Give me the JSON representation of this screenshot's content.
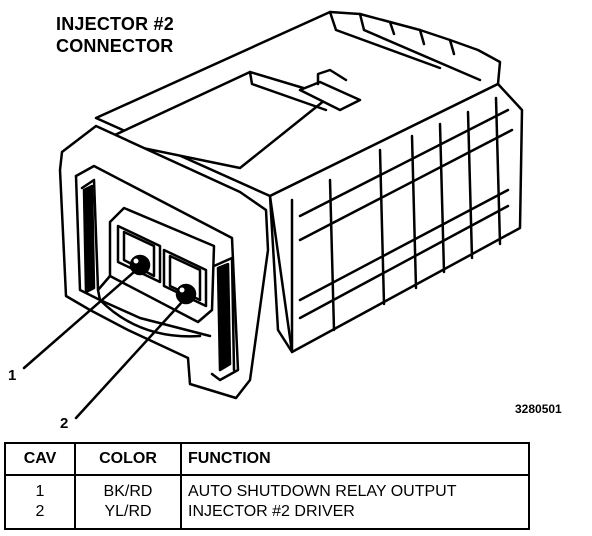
{
  "title": {
    "line1": "INJECTOR #2",
    "line2": "CONNECTOR"
  },
  "callouts": {
    "one": "1",
    "two": "2"
  },
  "figure_id": "3280501",
  "table": {
    "headers": {
      "cav": "CAV",
      "color": "COLOR",
      "function": "FUNCTION"
    },
    "rows": [
      {
        "cav": "1",
        "color": "BK/RD",
        "function": "AUTO SHUTDOWN RELAY OUTPUT"
      },
      {
        "cav": "2",
        "color": "YL/RD",
        "function": "INJECTOR #2 DRIVER"
      }
    ]
  }
}
